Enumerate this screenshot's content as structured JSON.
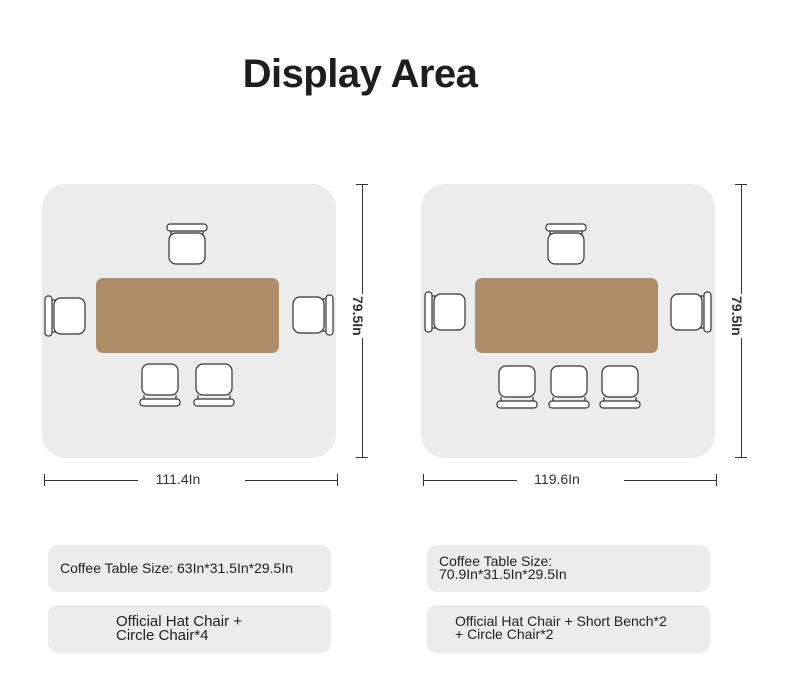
{
  "title": "Display Area",
  "layouts": [
    {
      "width_label": "111.4In",
      "height_label": "79.5In",
      "table_size_label": "Coffee Table Size: 63In*31.5In*29.5In",
      "chairs_line1": "Official Hat Chair +",
      "chairs_line2": "Circle Chair*4"
    },
    {
      "width_label": "119.6In",
      "height_label": "79.5In",
      "table_size_line1": "Coffee Table Size:",
      "table_size_line2": "70.9In*31.5In*29.5In",
      "chairs_line1": "Official Hat Chair + Short Bench*2",
      "chairs_line2": "+ Circle Chair*2"
    }
  ],
  "colors": {
    "table": "#ae8e69",
    "area": "#ececec",
    "line": "#333333"
  }
}
